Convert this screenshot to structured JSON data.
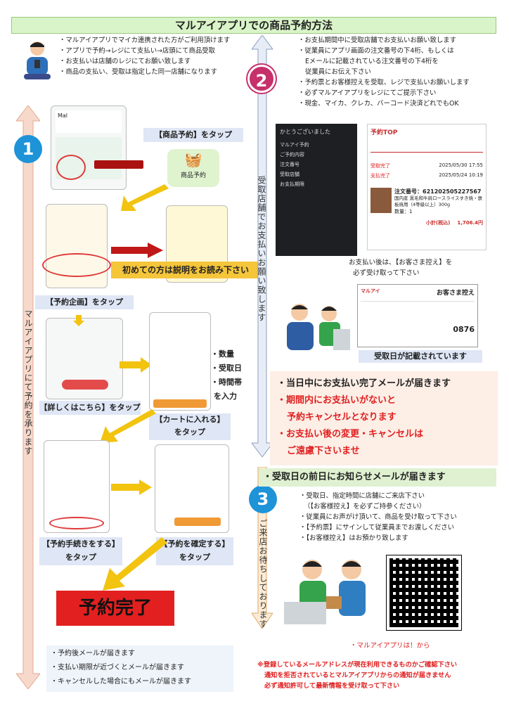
{
  "title": "マルアイアプリでの商品予約方法",
  "intro": [
    "マルアイアプリでマイカ連携された方がご利用頂けます",
    "アプリで予約→レジにて支払い→店頭にて商品受取",
    "お支払いは店舗のレジにてお願い致します",
    "商品の支払い、受取は指定した同一店舗になります"
  ],
  "step1_side": "マルアイアプリにて予約を承ります",
  "step2_side": "受取店舗でお支払いお願い致します",
  "step3_side": "ご来店お待ちしております",
  "numbers": {
    "one": "1",
    "two": "2",
    "three": "3"
  },
  "steps": {
    "tap_product": "【商品予約】をタップ",
    "product_icon_label": "商品予約",
    "first_time": "初めての方は説明をお読み下さい",
    "tap_campaign": "【予約企画】をタップ",
    "input_list": [
      "数量",
      "受取日",
      "時間帯",
      "を入力"
    ],
    "tap_details": "【詳しくはこちら】をタップ",
    "tap_cart_1": "【カートに入れる】",
    "tap_cart_2": "をタップ",
    "tap_procedure_1": "【予約手続きをする】",
    "tap_procedure_2": "をタップ",
    "tap_confirm_1": "【予約を確定する】",
    "tap_confirm_2": "をタップ",
    "done": "予約完了"
  },
  "after_reserve": [
    "予約後メールが届きます",
    "支払い期限が近づくとメールが届きます",
    "キャンセルした場合にもメールが届きます"
  ],
  "pay_info": [
    "お支払期間中に受取店舗でお支払いお願い致します",
    "従業員にアプリ画面の注文番号の下4桁、もしくは",
    "Eメールに記載されている注文番号の下4桁を",
    "従業員にお伝え下さい",
    "予約票とお客様控えを受取、レジで支払いお願いします",
    "必ずマルアイアプリをレジにてご提示下さい",
    "現金、マイカ、クレカ、バーコード決済どれでもOK"
  ],
  "mail_screen": {
    "header": "かとうございました",
    "body_lines": [
      "マルアイ予約",
      "ご予約内容",
      "注文番号",
      "受取店舗",
      "お支払期限"
    ]
  },
  "order_screen": {
    "top": "予約TOP",
    "status1": "受取完了",
    "date1": "2025/05/30 17:55",
    "status2": "支払完了",
    "date2": "2025/05/24 10:19",
    "order_no": "注文番号：621202505227567",
    "item_name": "国内産 黒毛和牛肩ロースライスすき焼・鉄板焼用（4等級以上）300g",
    "qty": "数量：1",
    "subtotal_label": "小計(税込)",
    "subtotal": "1,706.4円"
  },
  "receipt_caption_1": "お支払い後は、【お客さま控え】を",
  "receipt_caption_2": "必ず受け取って下さい",
  "receipt": {
    "brand": "マルアイ",
    "head": "お客さま控え",
    "no": "0876"
  },
  "receipt_note": "受取日が記載されています",
  "pay_notices": [
    {
      "text": "当日中にお支払い完了メールが届きます",
      "color": "#111111"
    },
    {
      "text": "期間内にお支払いがないと",
      "color": "#e02020"
    },
    {
      "text": "予約キャンセルとなります",
      "color": "#e02020"
    },
    {
      "text": "お支払い後の変更・キャンセルは",
      "color": "#e02020"
    },
    {
      "text": "ご遠慮下さいませ",
      "color": "#e02020"
    }
  ],
  "notice_bar": "・受取日の前日にお知らせメールが届きます",
  "pickup_info": [
    "受取日、指定時間に店舗にご来店下さい",
    "（【お客様控え】を必ずご持参ください）",
    "従業員にお声がけ頂いて、商品を受け取って下さい",
    "【予約票】にサインして従業員までお渡しください",
    "【お客様控え】はお預かり致します"
  ],
  "app_note": "・マルアイアプリは！から",
  "footer_note": [
    "※登録しているメールアドレスが現在利用できるものかご確認下さい",
    "通知を拒否されているとマルアイアプリからの通知が届きません",
    "必ず通知許可して最新情報を受け取って下さい"
  ],
  "colors": {
    "accent_green": "#d9f4c8",
    "number_blue": "#1e93d8",
    "number_red": "#c6306b",
    "warning_red": "#e02020",
    "arrow_yellow": "#f2c30f",
    "tag_blue": "#dfe6f5"
  }
}
